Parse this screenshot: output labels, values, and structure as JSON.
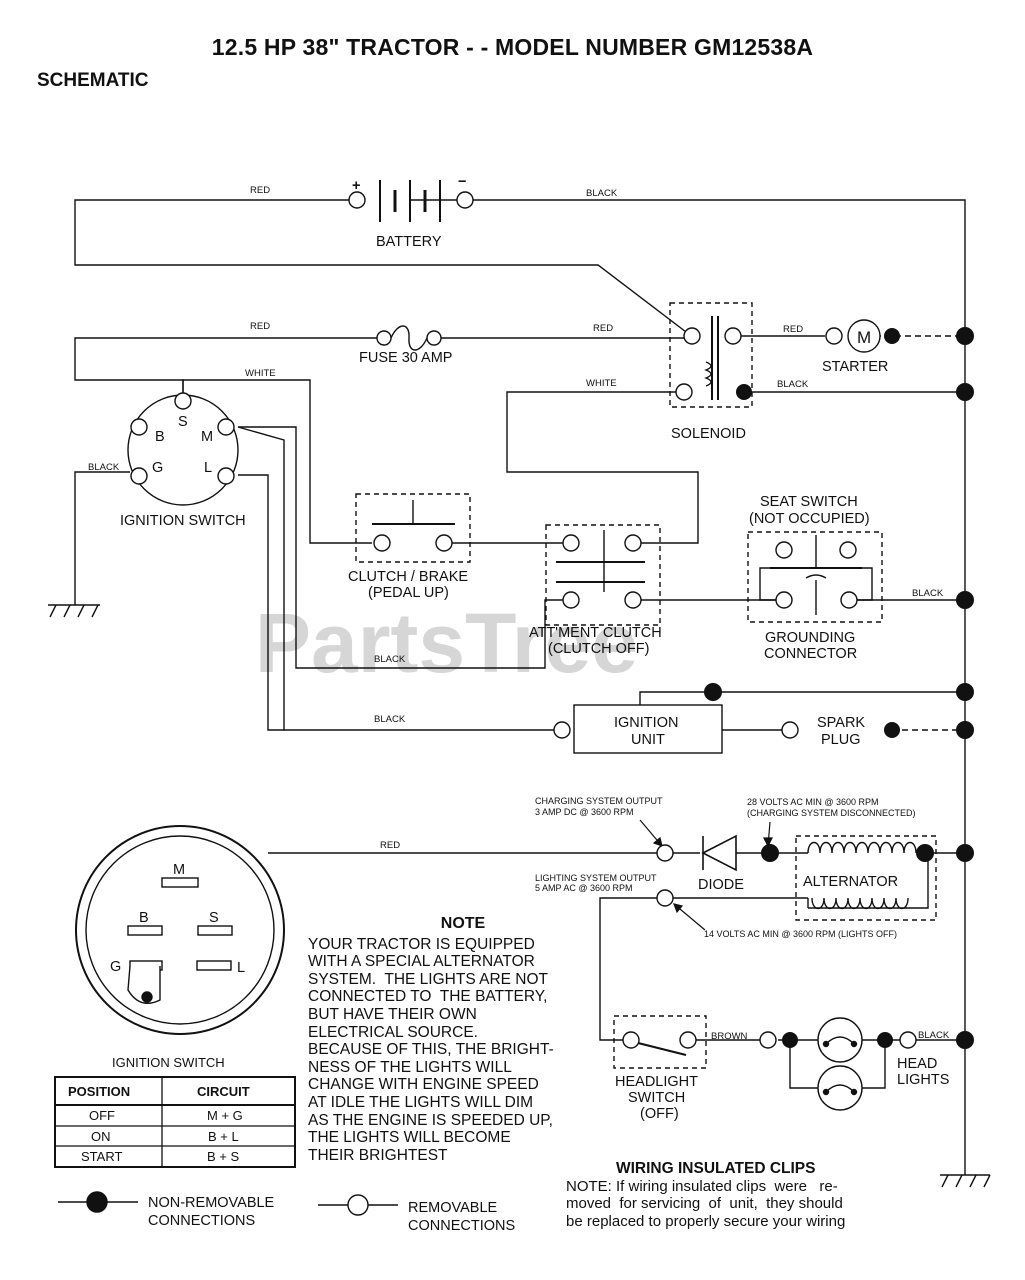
{
  "title": "12.5 HP 38\" TRACTOR - - MODEL NUMBER GM12538A",
  "subtitle": "SCHEMATIC",
  "watermark": "PartsTree",
  "components": {
    "battery": "BATTERY",
    "battery_plus": "+",
    "battery_minus": "−",
    "fuse": "FUSE 30 AMP",
    "starter": "STARTER",
    "starter_motor": "M",
    "solenoid": "SOLENOID",
    "ignition_switch": "IGNITION SWITCH",
    "clutch_brake_1": "CLUTCH / BRAKE",
    "clutch_brake_2": "(PEDAL UP)",
    "attment_clutch_1": "ATT'MENT CLUTCH",
    "attment_clutch_2": "(CLUTCH OFF)",
    "seat_switch_1": "SEAT SWITCH",
    "seat_switch_2": "(NOT OCCUPIED)",
    "grounding_1": "GROUNDING",
    "grounding_2": "CONNECTOR",
    "ignition_unit_1": "IGNITION",
    "ignition_unit_2": "UNIT",
    "spark_plug_1": "SPARK",
    "spark_plug_2": "PLUG",
    "diode": "DIODE",
    "alternator": "ALTERNATOR",
    "headlight_switch_1": "HEADLIGHT",
    "headlight_switch_2": "SWITCH",
    "headlight_switch_3": "(OFF)",
    "head_lights_1": "HEAD",
    "head_lights_2": "LIGHTS"
  },
  "switch_terminals": {
    "b": "B",
    "s": "S",
    "m": "M",
    "g": "G",
    "l": "L"
  },
  "wires": {
    "red": "RED",
    "black": "BLACK",
    "white": "WHITE",
    "brown": "BROWN"
  },
  "specs": {
    "charging_1": "CHARGING SYSTEM OUTPUT",
    "charging_2": "3 AMP DC @ 3600 RPM",
    "volts28_1": "28 VOLTS AC MIN  @ 3600 RPM",
    "volts28_2": "(CHARGING SYSTEM DISCONNECTED)",
    "lighting_1": "LIGHTING SYSTEM OUTPUT",
    "lighting_2": "5 AMP AC @ 3600 RPM",
    "volts14": "14 VOLTS AC MIN  @ 3600 RPM (LIGHTS OFF)"
  },
  "switch_face": {
    "label": "IGNITION SWITCH",
    "m": "M",
    "b": "B",
    "s": "S",
    "g": "G",
    "l": "L"
  },
  "position_table": {
    "headers": [
      "POSITION",
      "CIRCUIT"
    ],
    "rows": [
      [
        "OFF",
        "M + G"
      ],
      [
        "ON",
        "B + L"
      ],
      [
        "START",
        "B + S"
      ]
    ]
  },
  "note": {
    "title": "NOTE",
    "body": "YOUR TRACTOR IS EQUIPPED\nWITH A SPECIAL ALTERNATOR\nSYSTEM.  THE LIGHTS ARE NOT\nCONNECTED TO  THE BATTERY,\nBUT HAVE THEIR OWN\nELECTRICAL SOURCE.\nBECAUSE OF THIS, THE BRIGHT-\nNESS OF THE LIGHTS WILL\nCHANGE WITH ENGINE SPEED\nAT IDLE THE LIGHTS WILL DIM\nAS THE ENGINE IS SPEEDED UP,\nTHE LIGHTS WILL BECOME\nTHEIR BRIGHTEST"
  },
  "legend": {
    "non_removable_1": "NON-REMOVABLE",
    "non_removable_2": "CONNECTIONS",
    "removable_1": "REMOVABLE",
    "removable_2": "CONNECTIONS"
  },
  "clips": {
    "title": "WIRING INSULATED CLIPS",
    "body": "NOTE: If wiring insulated clips  were   re-\nmoved  for servicing  of  unit,  they should\nbe replaced to properly secure your wiring"
  }
}
